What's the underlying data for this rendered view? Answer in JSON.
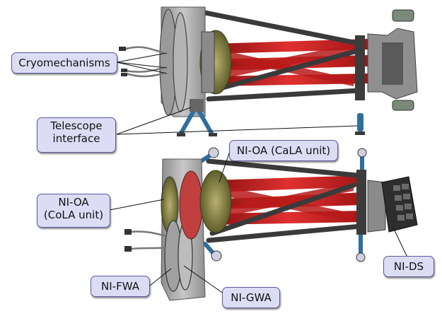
{
  "labels": {
    "cryomechanisms": "Cryomechanisms",
    "telescope_interface": "Telescope\ninterface",
    "ni_oa_cala": "NI-OA (CaLA unit)",
    "ni_oa_cola": "NI-OA\n(CoLA unit)",
    "ni_ds": "NI-DS",
    "ni_fwa": "NI-FWA",
    "ni_gwa": "NI-GWA"
  },
  "colors": {
    "callout_fill": "#dcdcf5",
    "callout_border": "#5a5aa0",
    "optical_beam": "#c81e1e",
    "structure_metal": "#a6a6a6",
    "bench_dark": "#3c3c3c",
    "mount_olive": "#7b7a3a",
    "mount_blue": "#2f6f9f"
  }
}
